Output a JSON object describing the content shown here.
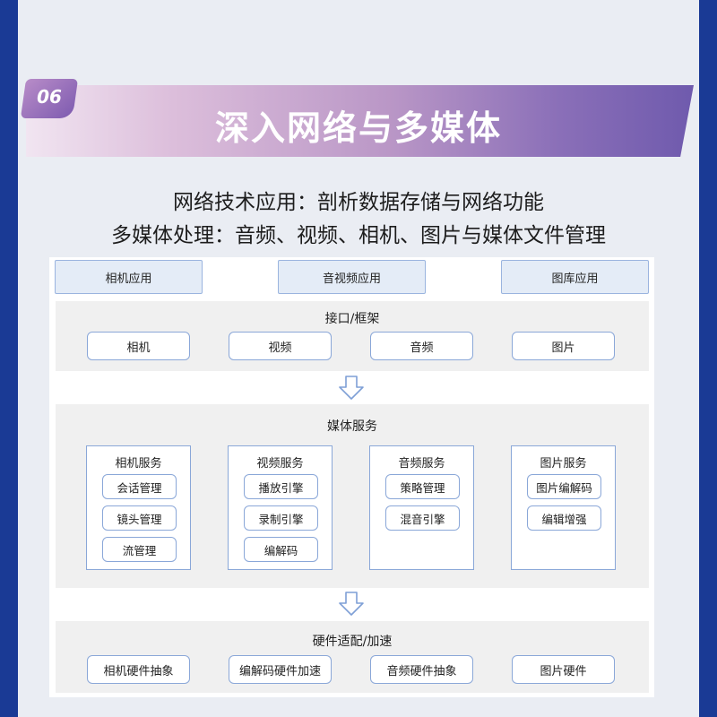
{
  "banner": {
    "number": "06",
    "title": "深入网络与多媒体"
  },
  "subtitles": [
    "网络技术应用：剖析数据存储与网络功能",
    "多媒体处理：音频、视频、相机、图片与媒体文件管理"
  ],
  "apps": [
    "相机应用",
    "音视频应用",
    "图库应用"
  ],
  "interface": {
    "title": "接口/框架",
    "items": [
      "相机",
      "视频",
      "音频",
      "图片"
    ]
  },
  "media_service": {
    "title": "媒体服务",
    "groups": [
      {
        "title": "相机服务",
        "items": [
          "会话管理",
          "镜头管理",
          "流管理"
        ]
      },
      {
        "title": "视频服务",
        "items": [
          "播放引擎",
          "录制引擎",
          "编解码"
        ]
      },
      {
        "title": "音频服务",
        "items": [
          "策略管理",
          "混音引擎"
        ]
      },
      {
        "title": "图片服务",
        "items": [
          "图片编解码",
          "编辑增强"
        ]
      }
    ]
  },
  "hardware": {
    "title": "硬件适配/加速",
    "items": [
      "相机硬件抽象",
      "编解码硬件加速",
      "音频硬件抽象",
      "图片硬件"
    ]
  },
  "colors": {
    "frame": "#1a3a95",
    "card": "#eaedf3",
    "box_border": "#8aa7d8",
    "app_fill": "#e4ecf7",
    "panel": "#f0f0f0"
  }
}
